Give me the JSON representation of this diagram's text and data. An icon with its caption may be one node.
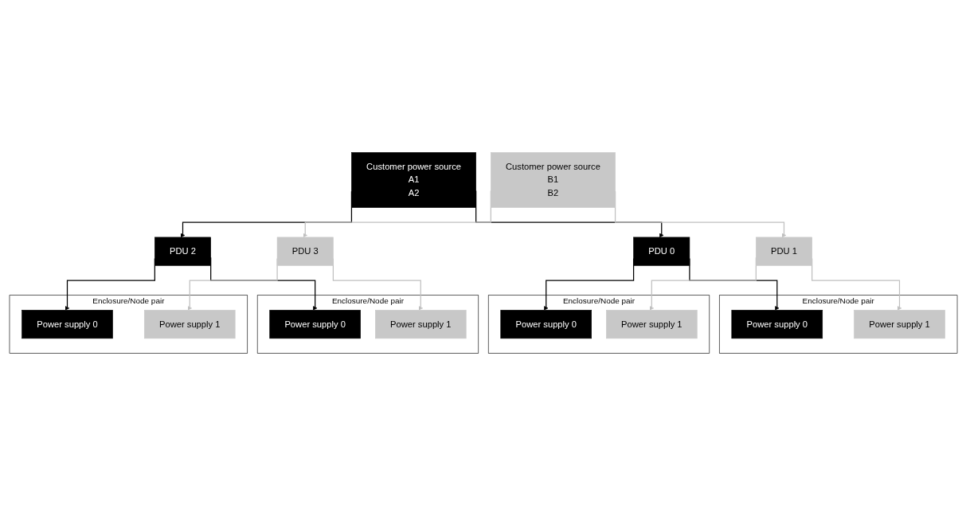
{
  "diagram": {
    "nodes": [
      {
        "text": [
          "Customer power source",
          "A1",
          "A2"
        ]
      },
      {
        "text": [
          "Customer power source",
          "B1",
          "B2"
        ]
      },
      {
        "text": [
          "PDU 0"
        ]
      },
      {
        "text": [
          "PDU 1"
        ]
      },
      {
        "text": [
          "PDU 2"
        ]
      },
      {
        "text": [
          "PDU 3"
        ]
      },
      {
        "text": [
          "Enclosure/Node pair"
        ]
      },
      {
        "text": [
          "Power supply 0"
        ],
        "in": 6
      },
      {
        "text": [
          "Power supply 1"
        ],
        "in": 6
      },
      {
        "text": [
          "Enclosure/Node pair"
        ]
      },
      {
        "text": [
          "Power supply 0"
        ],
        "in": 9
      },
      {
        "text": [
          "Power supply 1"
        ],
        "in": 9
      },
      {
        "text": [
          "Enclosure/Node pair"
        ]
      },
      {
        "text": [
          "Power supply 0"
        ],
        "in": 12
      },
      {
        "text": [
          "Power supply 1"
        ],
        "in": 12
      },
      {
        "text": [
          "Enclosure/Node pair"
        ]
      },
      {
        "text": [
          "Power supply 0"
        ],
        "in": 15
      },
      {
        "text": [
          "Power supply 1"
        ],
        "in": 15
      }
    ],
    "edges": [
      {
        "from": 0,
        "to": 2,
        "arrow": "to"
      },
      {
        "from": 0,
        "to": 4,
        "arrow": "to"
      },
      {
        "from": 1,
        "to": 3,
        "arrow": "to",
        "color": "#c0c0c0"
      },
      {
        "from": 1,
        "to": 5,
        "arrow": "to",
        "color": "#c0c0c0"
      },
      {
        "from": 2,
        "to": 7,
        "arrow": "to"
      },
      {
        "from": 2,
        "to": 10,
        "arrow": "to"
      },
      {
        "from": 3,
        "to": 8,
        "arrow": "to",
        "color": "#c0c0c0"
      },
      {
        "from": 3,
        "to": 11,
        "arrow": "to",
        "color": "#c0c0c0"
      },
      {
        "from": 4,
        "to": 13,
        "arrow": "to"
      },
      {
        "from": 4,
        "to": 16,
        "arrow": "to"
      },
      {
        "from": 5,
        "to": 14,
        "arrow": "to",
        "color": "#c0c0c0"
      },
      {
        "from": 5,
        "to": 17,
        "arrow": "to",
        "color": "#c0c0c0"
      }
    ]
  }
}
